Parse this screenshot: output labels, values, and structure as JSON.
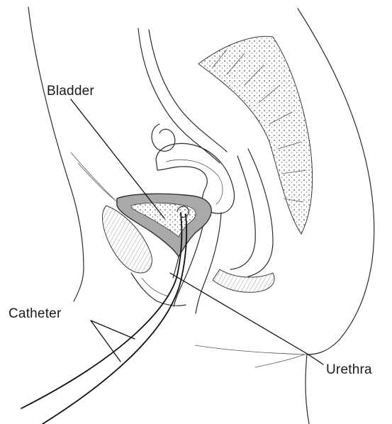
{
  "labels": {
    "bladder": "Bladder",
    "catheter": "Catheter",
    "urethra": "Urethra"
  },
  "colors": {
    "ink": "#2b2b2b",
    "bladder_fill": "#a9a9a9",
    "background": "#ffffff"
  }
}
